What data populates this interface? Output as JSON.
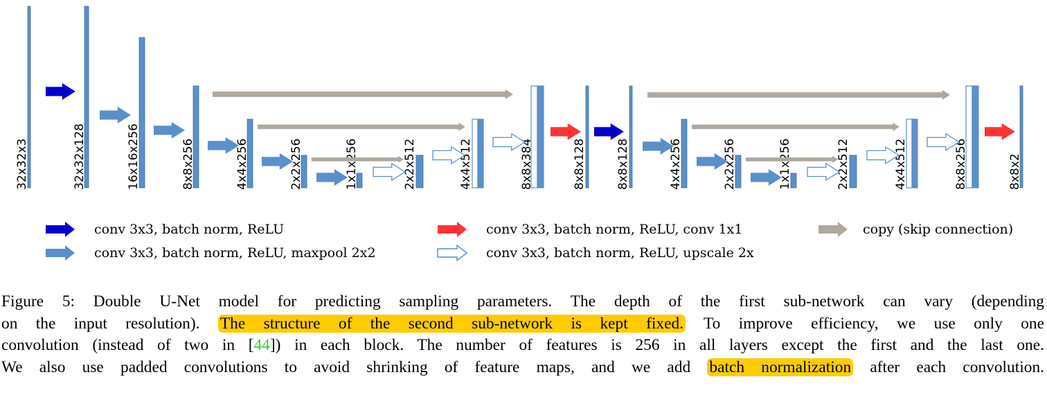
{
  "diagram": {
    "layer_labels": [
      "32x32x3",
      "32x32x128",
      "16x16x256",
      "8x8x256",
      "4x4x256",
      "2x2x256",
      "1x1x256",
      "2x2x512",
      "4x4x512",
      "8x8x384",
      "8x8x128",
      "8x8x128",
      "4x4x256",
      "2x2x256",
      "1x1x256",
      "2x2x512",
      "4x4x512",
      "8x8x256",
      "8x8x2"
    ]
  },
  "legend": {
    "conv_relu": "conv 3x3, batch norm, ReLU",
    "conv_maxpool": "conv 3x3, batch norm, ReLU, maxpool 2x2",
    "conv_1x1": "conv 3x3, batch norm, ReLU, conv 1x1",
    "conv_upscale": "conv 3x3, batch norm, ReLU, upscale 2x",
    "skip": "copy (skip connection)"
  },
  "colors": {
    "dark_blue": "#0000cc",
    "steel_blue": "#5b8fc9",
    "red": "#ff3333",
    "gray": "#b0a89e",
    "highlight": "#ffcc00",
    "citation": "#2bd62b"
  },
  "caption": {
    "l1": "Figure 5: Double U-Net model for predicting sampling parameters. The depth of the first sub-network can vary (depending",
    "l2_a": "on the input resolution).",
    "l2_hl": "The structure of the second sub-network is kept fixed.",
    "l2_b": "To improve efficiency, we use only one",
    "l3_a": "convolution (instead of two in [",
    "l3_cite": "44",
    "l3_b": "]) in each block. The number of features is 256 in all layers except the first and the last one.",
    "l4_a": "We also use padded convolutions to avoid shrinking of feature maps, and we add",
    "l4_hl": "batch normalization",
    "l4_b": "after each convolution."
  }
}
